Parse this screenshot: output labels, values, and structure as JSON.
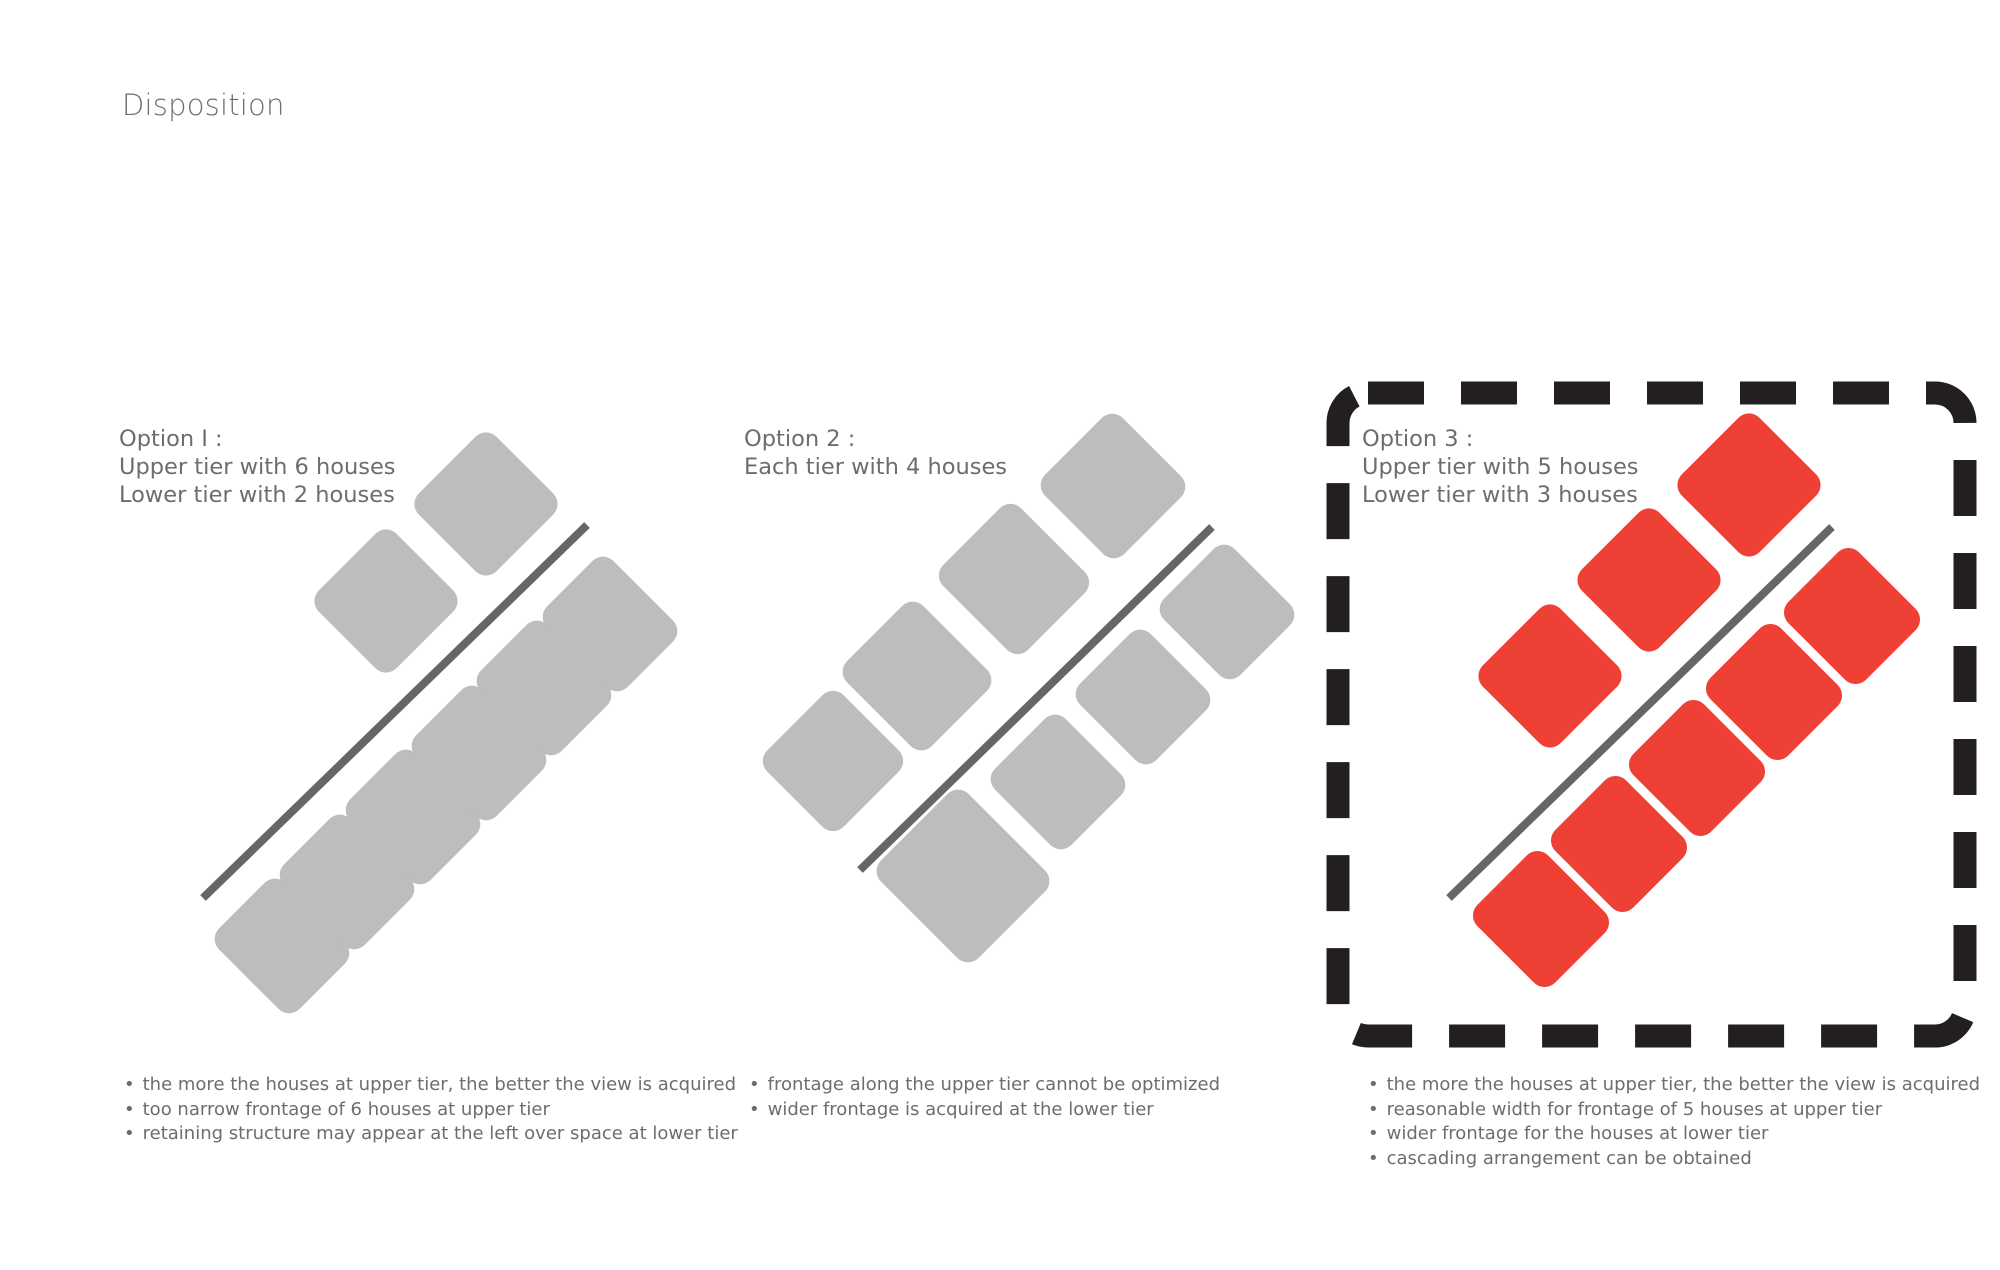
{
  "page": {
    "title": "Disposition"
  },
  "colors": {
    "house_default": "#bdbdbd",
    "house_selected": "#ef4036",
    "road": "#666666",
    "frame": "#231f20",
    "text": "#6d6d6d"
  },
  "options": [
    {
      "id": "option-1",
      "heading": [
        "Option I :",
        "Upper tier with 6 houses",
        "Lower tier with 2 houses"
      ],
      "notes": [
        "the more the houses at upper tier, the better the view is acquired",
        "too narrow frontage of 6 houses at upper tier",
        "retaining structure may appear at the left over space at lower tier"
      ],
      "upper_tier_houses": 6,
      "lower_tier_houses": 2,
      "selected": false
    },
    {
      "id": "option-2",
      "heading": [
        "Option 2 :",
        "Each tier with 4 houses"
      ],
      "notes": [
        "frontage along the upper tier cannot be optimized",
        "wider frontage is acquired at the lower tier"
      ],
      "upper_tier_houses": 4,
      "lower_tier_houses": 4,
      "selected": false
    },
    {
      "id": "option-3",
      "heading": [
        "Option 3 :",
        "Upper tier with 5 houses",
        "Lower tier with 3 houses"
      ],
      "notes": [
        "the more the houses at upper tier, the better the view is acquired",
        "reasonable width for frontage of 5 houses at upper tier",
        "wider frontage for the houses at lower tier",
        "cascading arrangement can be obtained"
      ],
      "upper_tier_houses": 5,
      "lower_tier_houses": 3,
      "selected": true
    }
  ]
}
